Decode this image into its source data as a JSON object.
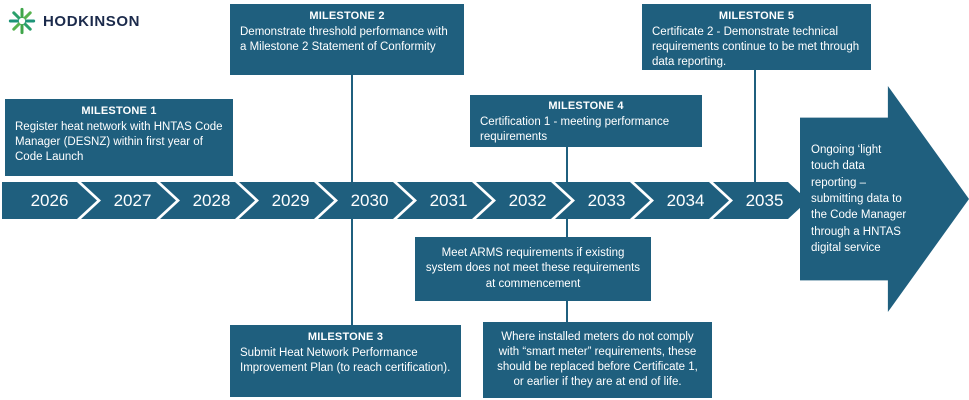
{
  "logo": {
    "text": "HODKINSON"
  },
  "timeline": {
    "years": [
      "2026",
      "2027",
      "2028",
      "2029",
      "2030",
      "2031",
      "2032",
      "2033",
      "2034",
      "2035"
    ]
  },
  "milestones": {
    "m1": {
      "title": "MILESTONE 1",
      "body": "Register heat network with HNTAS Code Manager (DESNZ) within first year of Code Launch"
    },
    "m2": {
      "title": "MILESTONE 2",
      "body": "Demonstrate threshold performance with a Milestone 2 Statement of Conformity"
    },
    "m3": {
      "title": "MILESTONE 3",
      "body": "Submit Heat Network Performance Improvement Plan (to reach certification)."
    },
    "m4": {
      "title": "MILESTONE 4",
      "body": "Certification 1 - meeting performance requirements"
    },
    "m5": {
      "title": "MILESTONE 5",
      "body": "Certificate 2 - Demonstrate technical requirements continue to be met through data reporting."
    }
  },
  "notes": {
    "arms": "Meet ARMS requirements if existing system does not meet these requirements at commencement",
    "meters": "Where installed meters do not comply with “smart meter” requirements, these should be replaced before Certificate 1, or earlier if they are at end of life."
  },
  "arrow": {
    "text": "Ongoing ‘light touch data reporting – submitting data to the Code Manager through a HNTAS digital service"
  },
  "colors": {
    "teal": "#1F5F7E",
    "logo_navy": "#1B2A4B",
    "logo_green": "#3FA54A",
    "logo_teal": "#1E9478",
    "background": "#FFFFFF"
  }
}
